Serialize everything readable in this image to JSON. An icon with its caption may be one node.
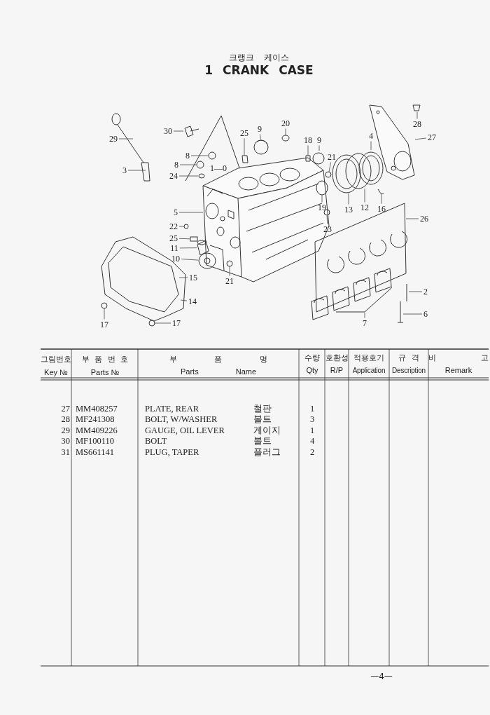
{
  "diagram": {
    "title": "1 CRANK CASE",
    "nodes": [
      {
        "text": [
          "29"
        ]
      },
      {
        "text": [
          "30"
        ]
      },
      {
        "text": [
          "3"
        ]
      },
      {
        "text": [
          "8"
        ]
      },
      {
        "text": [
          "25"
        ]
      },
      {
        "text": [
          "9"
        ]
      },
      {
        "text": [
          "20"
        ]
      },
      {
        "text": [
          "18"
        ]
      },
      {
        "text": [
          "9"
        ]
      },
      {
        "text": [
          "4"
        ]
      },
      {
        "text": [
          "28"
        ]
      },
      {
        "text": [
          "27"
        ]
      },
      {
        "text": [
          "8"
        ]
      },
      {
        "text": [
          "21"
        ]
      },
      {
        "text": [
          "24"
        ]
      },
      {
        "text": [
          "5"
        ]
      },
      {
        "text": [
          "26"
        ]
      },
      {
        "text": [
          "19"
        ]
      },
      {
        "text": [
          "13"
        ]
      },
      {
        "text": [
          "12"
        ]
      },
      {
        "text": [
          "16"
        ]
      },
      {
        "text": [
          "22"
        ]
      },
      {
        "text": [
          "23"
        ]
      },
      {
        "text": [
          "25"
        ]
      },
      {
        "text": [
          "11"
        ]
      },
      {
        "text": [
          "10"
        ]
      },
      {
        "text": [
          "15"
        ]
      },
      {
        "text": [
          "21"
        ]
      },
      {
        "text": [
          "2"
        ]
      },
      {
        "text": [
          "14"
        ]
      },
      {
        "text": [
          "6"
        ]
      },
      {
        "text": [
          "7"
        ]
      },
      {
        "text": [
          "17"
        ]
      },
      {
        "text": [
          "17"
        ]
      },
      {
        "text": [],
        "shape": "circle"
      },
      {
        "text": [],
        "shape": "picture"
      },
      {
        "text": [],
        "shape": "circle"
      },
      {
        "text": [],
        "shape": "circle"
      },
      {
        "text": [],
        "shape": "circle"
      },
      {
        "text": [],
        "shape": "box"
      },
      {
        "text": [],
        "shape": "picture"
      },
      {
        "text": [],
        "shape": "picture"
      },
      {
        "text": [],
        "shape": "picture"
      }
    ],
    "edges": [
      {
        "from": 0,
        "to": null,
        "arrow": "none"
      },
      {
        "from": 1,
        "to": null,
        "arrow": "none"
      },
      {
        "from": 2,
        "to": null,
        "arrow": "none"
      },
      {
        "from": 3,
        "to": 34,
        "arrow": "none"
      },
      {
        "from": 4,
        "to": null,
        "arrow": "none"
      },
      {
        "from": 5,
        "to": 35,
        "arrow": "none"
      },
      {
        "from": 6,
        "to": null,
        "arrow": "none"
      },
      {
        "from": 7,
        "to": null,
        "arrow": "none"
      },
      {
        "from": 8,
        "to": null,
        "arrow": "none"
      },
      {
        "from": 9,
        "to": null,
        "arrow": "none"
      },
      {
        "from": 10,
        "to": null,
        "arrow": "none"
      },
      {
        "from": 11,
        "to": 41,
        "arrow": "none"
      },
      {
        "from": 12,
        "to": 36,
        "arrow": "none"
      },
      {
        "from": 13,
        "to": null,
        "arrow": "none"
      },
      {
        "from": 14,
        "to": 37,
        "arrow": "none"
      },
      {
        "from": 15,
        "to": null,
        "arrow": "none"
      },
      {
        "from": 16,
        "to": null,
        "arrow": "none"
      },
      {
        "from": 17,
        "to": null,
        "arrow": "none"
      },
      {
        "from": 18,
        "to": null,
        "arrow": "none"
      },
      {
        "from": 19,
        "to": null,
        "arrow": "none"
      },
      {
        "from": 20,
        "to": null,
        "arrow": "none"
      },
      {
        "from": 21,
        "to": null,
        "arrow": "none"
      },
      {
        "from": 22,
        "to": 38,
        "arrow": "none"
      },
      {
        "from": 23,
        "to": 39,
        "arrow": "none"
      },
      {
        "from": 24,
        "to": 42,
        "arrow": "none"
      },
      {
        "from": 25,
        "to": 40,
        "arrow": "none"
      },
      {
        "from": 26,
        "to": null,
        "arrow": "none"
      },
      {
        "from": 27,
        "to": null,
        "arrow": "none"
      },
      {
        "from": 28,
        "to": null,
        "arrow": "none"
      },
      {
        "from": 29,
        "to": null,
        "arrow": "none"
      },
      {
        "from": 30,
        "to": null,
        "arrow": "none"
      },
      {
        "from": 31,
        "to": null,
        "arrow": "none"
      },
      {
        "from": 32,
        "to": null,
        "arrow": "none"
      },
      {
        "from": 33,
        "to": null,
        "arrow": "none"
      }
    ],
    "labels": [
      "크랭크 케이스",
      "1—0",
      "그림번호",
      "Key №",
      "부 품 번 호",
      "Parts №",
      "부 품 명",
      "Parts Name",
      "수량",
      "Qty",
      "호환성",
      "R/P",
      "적용호기",
      "Application",
      "규 격",
      "Description",
      "비 고",
      "Remark",
      "27",
      "MM408257",
      "PLATE, REAR",
      "철판",
      "1",
      "28",
      "MF241308",
      "BOLT, W/WASHER",
      "볼트",
      "3",
      "29",
      "MM409226",
      "GAUGE, OIL LEVER",
      "게이지",
      "1",
      "30",
      "MF100110",
      "BOLT",
      "볼트",
      "4",
      "31",
      "MS661141",
      "PLUG, TAPER",
      "플러그",
      "2",
      "—4—"
    ]
  }
}
